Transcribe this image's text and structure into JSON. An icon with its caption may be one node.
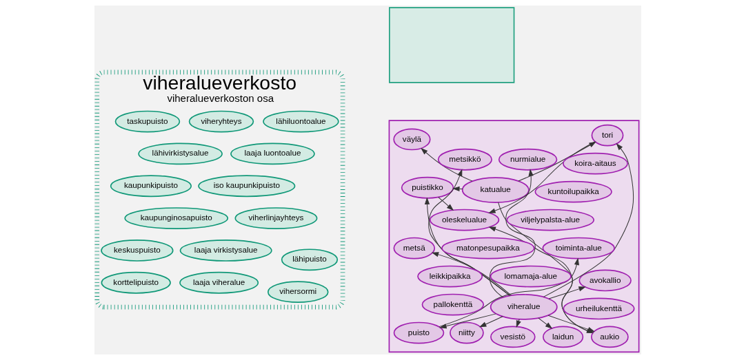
{
  "diagram": {
    "nodes": [
      {
        "text": [],
        "shape": "box"
      },
      {
        "text": [
          "katualue"
        ],
        "in": 0
      },
      {
        "text": [
          "metsä"
        ],
        "in": 0
      },
      {
        "text": [
          "metsikkö"
        ],
        "in": 0
      },
      {
        "text": [
          "niitty"
        ],
        "in": 0
      },
      {
        "text": [
          "laidun"
        ],
        "in": 0
      },
      {
        "text": [
          "nurmialue"
        ],
        "in": 0
      },
      {
        "text": [
          "avokallio"
        ],
        "in": 0
      },
      {
        "text": [
          "vesistö"
        ],
        "in": 0
      },
      {
        "text": [
          "viheralue"
        ],
        "in": 0
      },
      {
        "text": [
          "väylä"
        ],
        "in": 0
      },
      {
        "text": [
          "tori"
        ],
        "in": 0
      },
      {
        "text": [
          "aukio"
        ],
        "in": 0
      },
      {
        "text": [
          "puistikko"
        ],
        "in": 0
      },
      {
        "text": [
          "puisto"
        ],
        "in": 0
      },
      {
        "text": [
          "toiminta-alue"
        ],
        "in": 0
      },
      {
        "text": [
          "oleskelualue"
        ],
        "in": 0
      },
      {
        "text": [
          "kuntoilupaikka"
        ],
        "in": 0
      },
      {
        "text": [
          "urheilukenttä"
        ],
        "in": 0
      },
      {
        "text": [
          "koira-aitaus"
        ],
        "in": 0
      },
      {
        "text": [
          "pallokenttä"
        ],
        "in": 0
      },
      {
        "text": [
          "leikkipaikka"
        ],
        "in": 0
      },
      {
        "text": [
          "viljelypalsta-alue"
        ],
        "in": 0
      },
      {
        "text": [
          "lomamaja-alue"
        ],
        "in": 0
      },
      {
        "text": [
          "matonpesupaikka"
        ],
        "in": 0
      },
      {
        "text": [],
        "shape": "box"
      },
      {
        "text": [
          "viheralueverkosto",
          "viheralueverkoston osa"
        ]
      },
      {
        "text": [
          "viherlinjayhteys"
        ],
        "in": 26
      },
      {
        "text": [
          "vihersormi"
        ],
        "in": 26
      },
      {
        "text": [
          "viheryhteys"
        ],
        "in": 26
      },
      {
        "text": [
          "korttelipuisto"
        ],
        "in": 26
      },
      {
        "text": [
          "laaja viheralue"
        ],
        "in": 26
      },
      {
        "text": [
          "laaja virkistysalue"
        ],
        "in": 26
      },
      {
        "text": [
          "lähiluontoalue"
        ],
        "in": 26
      },
      {
        "text": [
          "keskuspuisto"
        ],
        "in": 26
      },
      {
        "text": [
          "laaja luontoalue"
        ],
        "in": 26
      },
      {
        "text": [
          "lähipuisto"
        ],
        "in": 26
      },
      {
        "text": [
          "lähivirkistysalue"
        ],
        "in": 26
      },
      {
        "text": [
          "iso kaupunkipuisto"
        ],
        "in": 26
      },
      {
        "text": [
          "taskupuisto"
        ],
        "in": 26
      },
      {
        "text": [
          "kaupunginosapuisto"
        ],
        "in": 26
      },
      {
        "text": [
          "kaupunkipuisto"
        ],
        "in": 26
      }
    ],
    "edges": [
      {
        "from": 9,
        "to": 2,
        "arrow": "to"
      },
      {
        "from": 9,
        "to": 3,
        "arrow": "to"
      },
      {
        "from": 9,
        "to": 4,
        "arrow": "to"
      },
      {
        "from": 9,
        "to": 5,
        "arrow": "to"
      },
      {
        "from": 9,
        "to": 6,
        "arrow": "to"
      },
      {
        "from": 9,
        "to": 7,
        "arrow": "to"
      },
      {
        "from": 9,
        "to": 8,
        "arrow": "to"
      },
      {
        "from": 1,
        "to": 10,
        "arrow": "to"
      },
      {
        "from": 1,
        "to": 11,
        "arrow": "to"
      },
      {
        "from": 1,
        "to": 12,
        "arrow": "to"
      },
      {
        "from": 1,
        "to": 13,
        "arrow": "to"
      },
      {
        "from": 9,
        "to": 11,
        "arrow": "to"
      },
      {
        "from": 9,
        "to": 12,
        "arrow": "to"
      },
      {
        "from": 9,
        "to": 13,
        "arrow": "to"
      },
      {
        "from": 9,
        "to": 14,
        "arrow": "to"
      },
      {
        "from": 14,
        "to": 15,
        "arrow": "to"
      },
      {
        "from": 11,
        "to": 16,
        "arrow": "to"
      },
      {
        "from": 12,
        "to": 16,
        "arrow": "to"
      },
      {
        "from": 13,
        "to": 16,
        "arrow": "to"
      }
    ]
  }
}
